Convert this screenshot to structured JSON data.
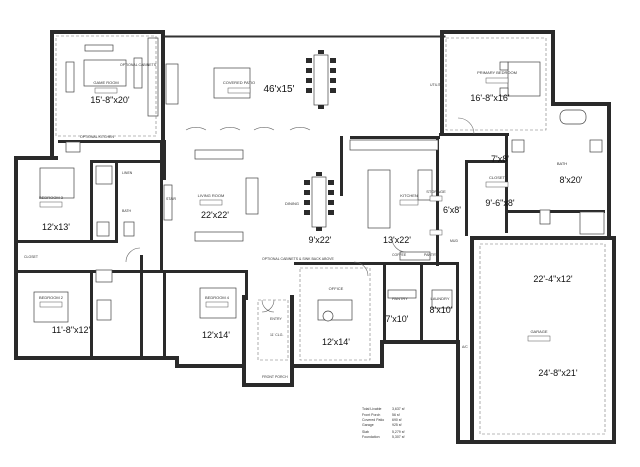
{
  "rooms": [
    {
      "id": "game-room",
      "label": "GAME ROOM",
      "dim": "15'-8\"x20'"
    },
    {
      "id": "covered-patio",
      "label": "COVERED PATIO",
      "dim": "46'x15'"
    },
    {
      "id": "primary-bedroom",
      "label": "PRIMARY BEDROOM",
      "dim": "16'-8\"x16'"
    },
    {
      "id": "bedroom-3",
      "label": "BEDROOM 3",
      "dim": "12'x13'"
    },
    {
      "id": "living-room",
      "label": "LIVING ROOM",
      "dim": "22'x22'"
    },
    {
      "id": "dining",
      "label": "DINING",
      "dim": "9'x22'"
    },
    {
      "id": "kitchen",
      "label": "KITCHEN",
      "dim": "13'x22'"
    },
    {
      "id": "storage",
      "label": "STORAGE",
      "dim": "6'x8'"
    },
    {
      "id": "closet",
      "label": "CLOSET",
      "dim": "7'x8'"
    },
    {
      "id": "primary-closet",
      "label": "CLOSET",
      "dim": "9'-6\"x8'"
    },
    {
      "id": "primary-bath",
      "label": "BATH",
      "dim": "8'x20'"
    },
    {
      "id": "garage-upper",
      "label": "",
      "dim": "22'-4\"x12'"
    },
    {
      "id": "garage",
      "label": "GARAGE",
      "dim": "24'-8\"x21'"
    },
    {
      "id": "bedroom-2",
      "label": "BEDROOM 2",
      "dim": "11'-8\"x12'"
    },
    {
      "id": "bedroom-4",
      "label": "BEDROOM 4",
      "dim": "12'x14'"
    },
    {
      "id": "office",
      "label": "OFFICE",
      "dim": "12'x14'"
    },
    {
      "id": "pantry",
      "label": "PANTRY",
      "dim": "7'x10'"
    },
    {
      "id": "laundry",
      "label": "LAUNDRY",
      "dim": "8'x10'"
    }
  ],
  "notes": {
    "optional_cabinets": "OPTIONAL CABINETS",
    "optional_kitchen": "OPTIONAL KITCHEN",
    "optional_cabinets_sink": "OPTIONAL CABINETS & SINK BACK ABOVE",
    "front_porch": "FRONT PORCH",
    "entry": "ENTRY",
    "ceiling": "11' CLG.",
    "bath": "BATH",
    "closet": "CLOSET",
    "linen": "LINEN",
    "mud": "MUD",
    "coffee": "COFFEE",
    "pantry_label": "PANTRY",
    "stair": "STAIR",
    "ac": "A/C",
    "utility": "UTILITY"
  },
  "area_table": {
    "rows": [
      {
        "label": "Total Livable",
        "value": "3,637 sf"
      },
      {
        "label": "Front Porch",
        "value": "56 sf"
      },
      {
        "label": "Covered Patio",
        "value": "690 sf"
      },
      {
        "label": "Garage",
        "value": "925 sf"
      },
      {
        "label": "Slab",
        "value": "5,279 sf"
      },
      {
        "label": "Foundation",
        "value": "5,307 sf"
      }
    ]
  }
}
